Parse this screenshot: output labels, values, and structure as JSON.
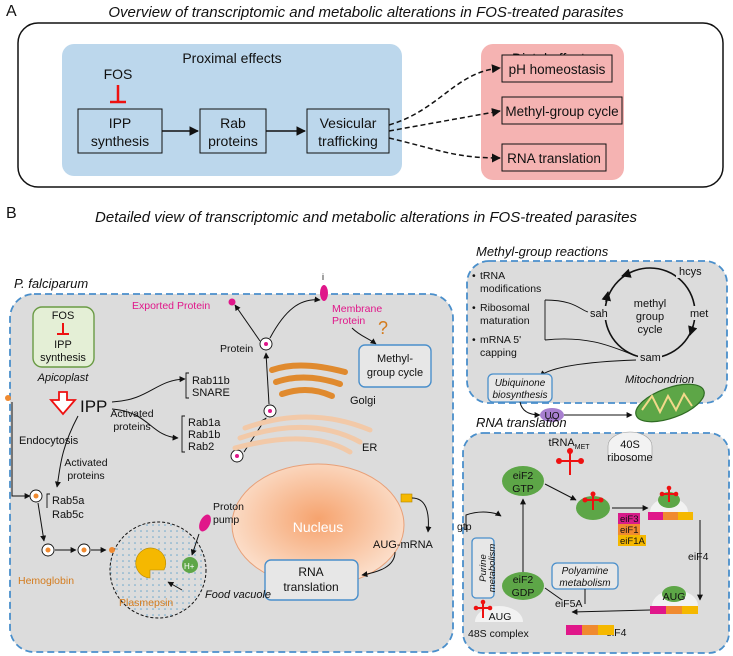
{
  "panel_a": {
    "letter": "A",
    "title": "Overview of transcriptomic and metabolic alterations in FOS-treated parasites",
    "proximal_title": "Proximal effects",
    "distal_title": "Distal effects",
    "fos": "FOS",
    "ipp_line1": "IPP",
    "ipp_line2": "synthesis",
    "rab_line1": "Rab",
    "rab_line2": "proteins",
    "ves_line1": "Vesicular",
    "ves_line2": "trafficking",
    "distal_items": [
      "pH homeostasis",
      "Methyl-group cycle",
      "RNA translation"
    ]
  },
  "panel_b": {
    "letter": "B",
    "title": "Detailed view of transcriptomic and metabolic alterations in FOS-treated parasites",
    "cell": {
      "title": "P. falciparum",
      "fos": "FOS",
      "ipp_syn_line1": "IPP",
      "ipp_syn_line2": "synthesis",
      "apicoplast": "Apicoplast",
      "ipp": "IPP",
      "endocytosis": "Endocytosis",
      "activated_up_line1": "Activated",
      "activated_up_line2": "proteins",
      "activated_down_line1": "Activated",
      "activated_down_line2": "proteins",
      "rab11b": "Rab11b",
      "snare": "SNARE",
      "rab1a": "Rab1a",
      "rab1b": "Rab1b",
      "rab2": "Rab2",
      "rab5a": "Rab5a",
      "rab5c": "Rab5c",
      "protein": "Protein",
      "exported_protein": "Exported Protein",
      "membrane_line1": "Membrane",
      "membrane_line2": "Protein",
      "question": "?",
      "methyl_box_line1": "Methyl-",
      "methyl_box_line2": "group cycle",
      "golgi": "Golgi",
      "er": "ER",
      "nucleus": "Nucleus",
      "proton_line1": "Proton",
      "proton_line2": "pump",
      "h_plus": "H+",
      "hemoglobin": "Hemoglobin",
      "plasmepsin": "Plasmepsin",
      "food_vacuole": "Food vacuole",
      "aug_mrna": "AUG-mRNA",
      "rna_line1": "RNA",
      "rna_line2": "translation"
    },
    "methyl": {
      "title": "Methyl-group reactions",
      "bullets": [
        [
          "tRNA",
          "modifications"
        ],
        [
          "Ribosomal",
          "maturation"
        ],
        [
          "mRNA 5'",
          "capping"
        ]
      ],
      "hcys": "hcys",
      "met": "met",
      "sam": "sam",
      "sah": "sah",
      "cycle_line1": "methyl",
      "cycle_line2": "group",
      "cycle_line3": "cycle",
      "ubiq_line1": "Ubiquinone",
      "ubiq_line2": "biosynthesis",
      "uq": "UQ",
      "mitochondrion": "Mitochondrion"
    },
    "rna": {
      "title": "RNA translation",
      "trna": "tRNA",
      "trna_sub": "MET",
      "s40_line1": "40S",
      "s40_line2": "ribosome",
      "eif2gtp_line1": "eiF2",
      "eif2gtp_line2": "GTP",
      "eif2gdp_line1": "eiF2",
      "eif2gdp_line2": "GDP",
      "gtp": "gtp",
      "purine_line1": "Purine",
      "purine_line2": "metabolism",
      "polyamine_line1": "Polyamine",
      "polyamine_line2": "metabolism",
      "eif3": "eiF3",
      "eif1": "eiF1",
      "eif1a": "eiF1A",
      "eif4_right": "eiF4",
      "eif4_bottom": "eiF4",
      "eif5a": "eiF5A",
      "aug_right": "AUG",
      "aug_left": "AUG",
      "complex48s": "48S complex"
    }
  }
}
